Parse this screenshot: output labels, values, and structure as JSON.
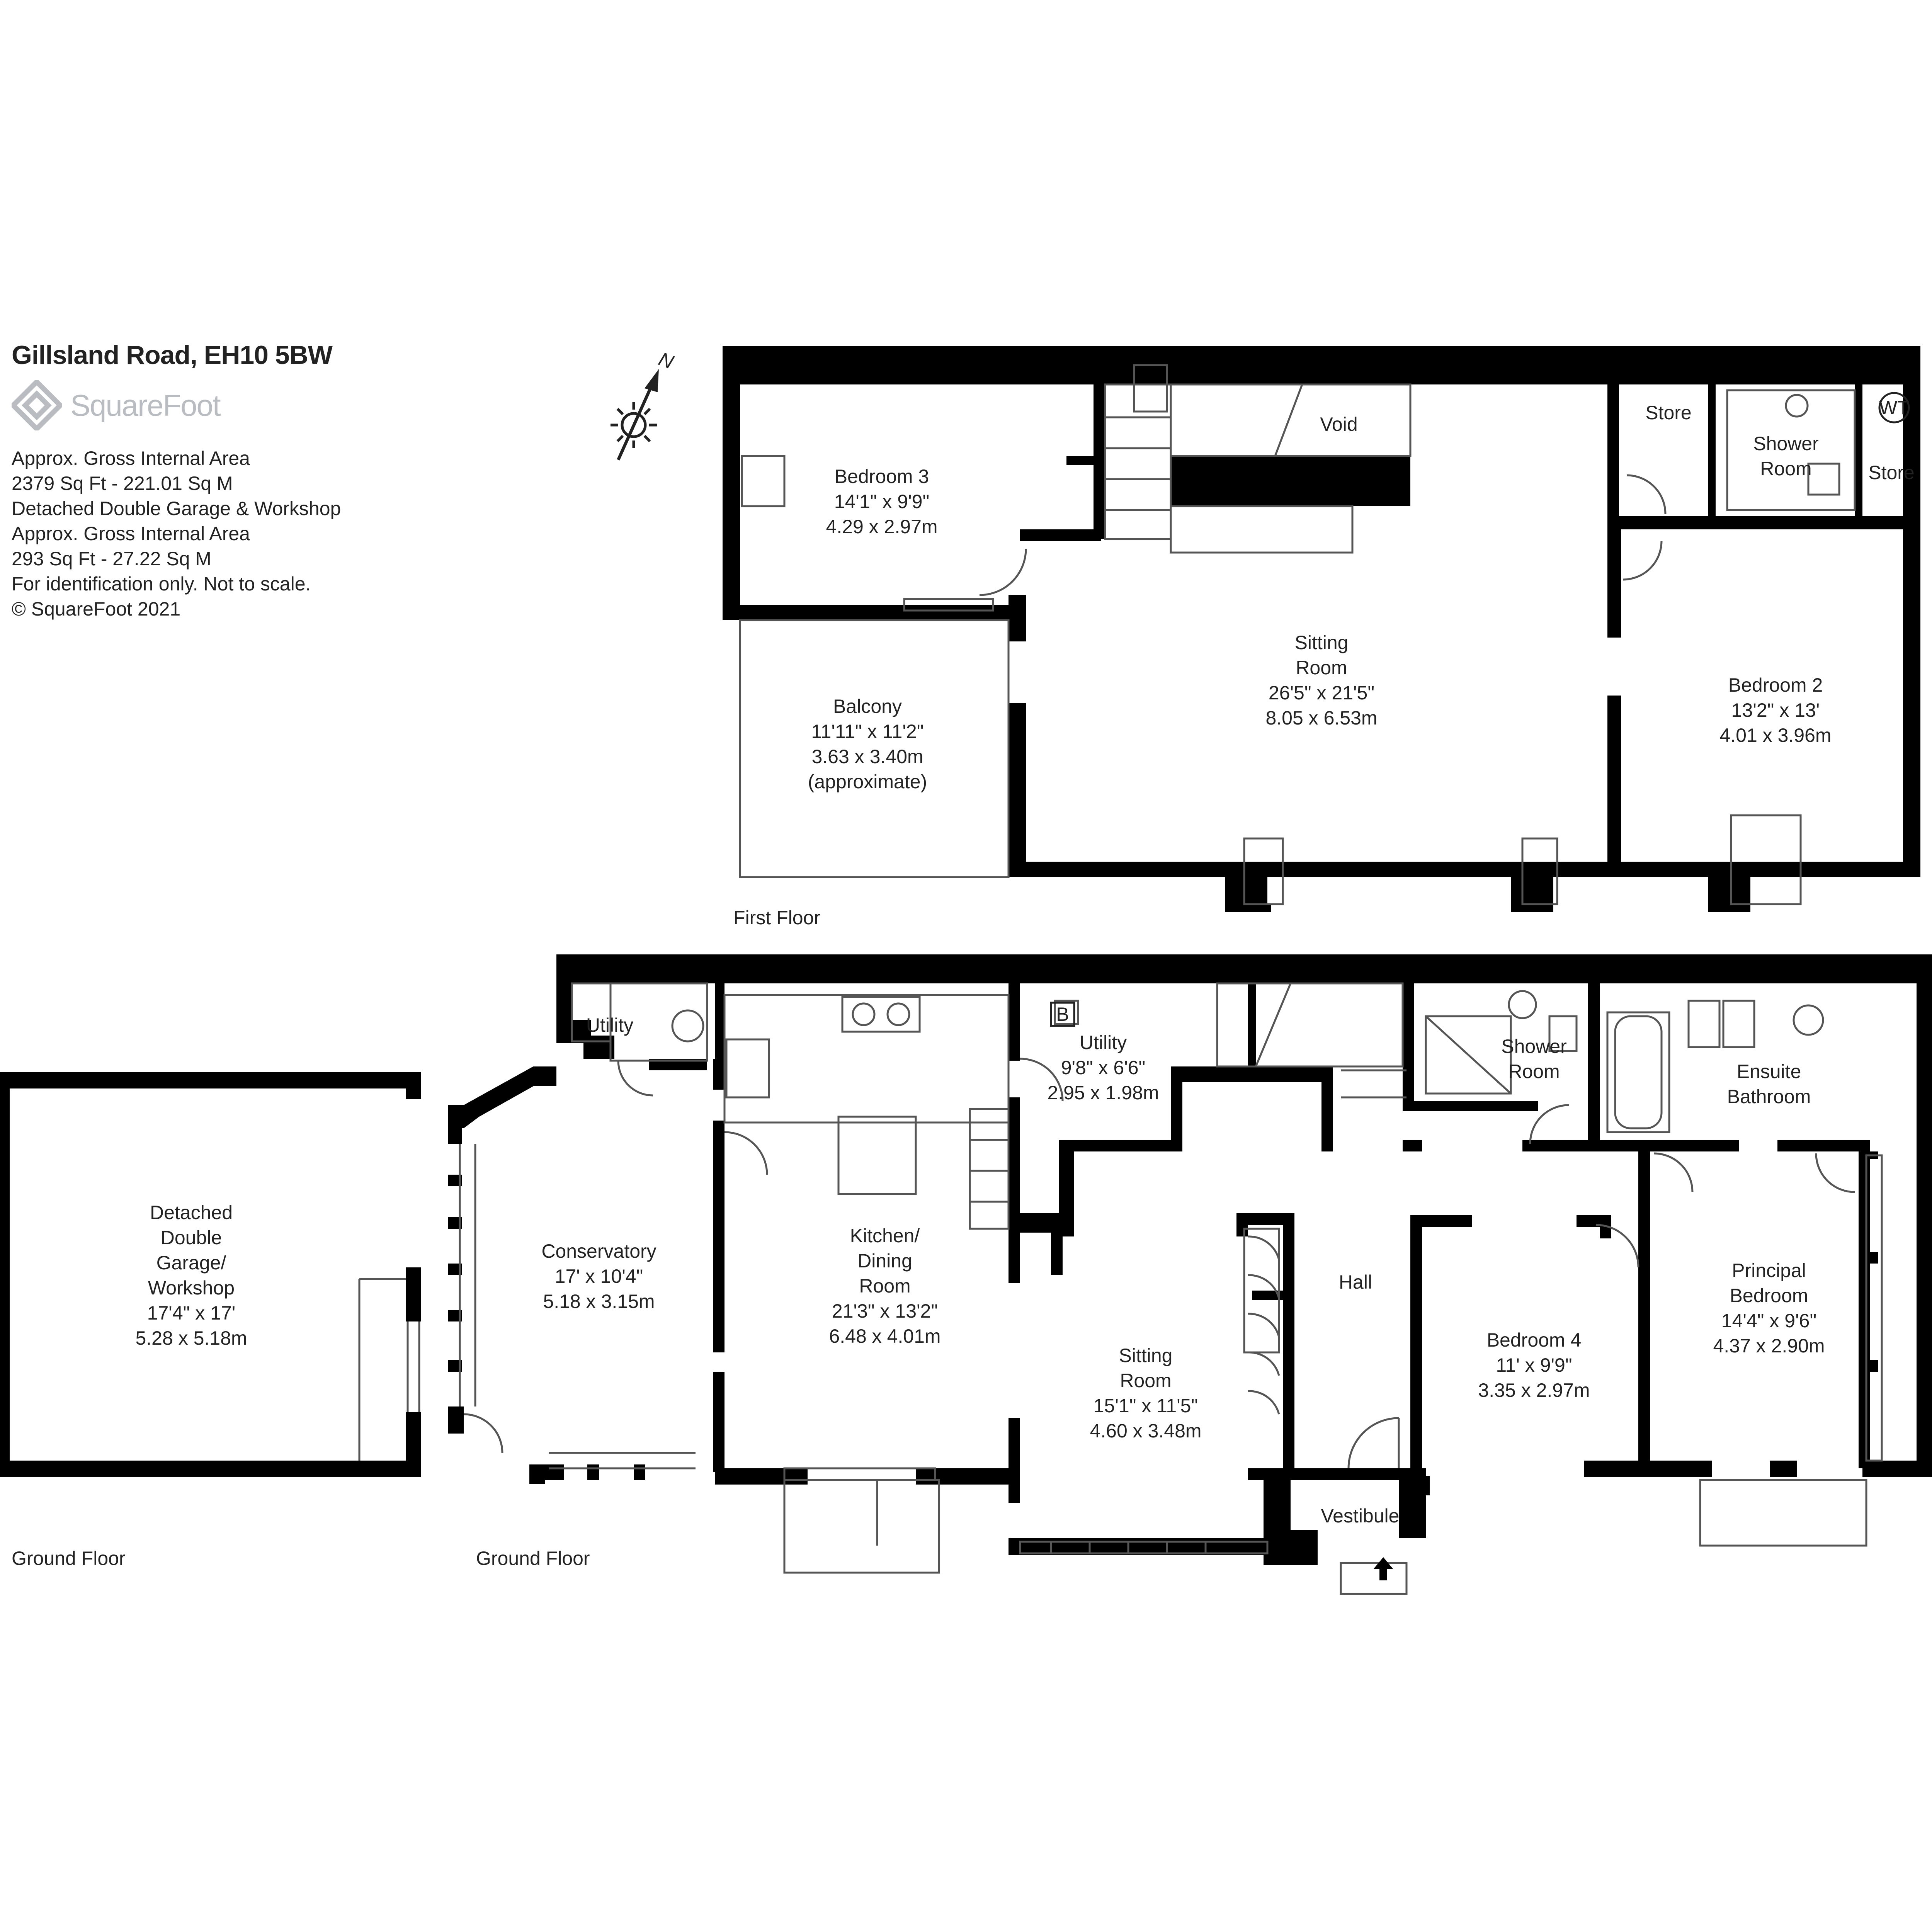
{
  "property": {
    "title": "Gillsland Road, EH10 5BW",
    "brand": "SquareFoot",
    "area_label_1": "Approx. Gross Internal Area",
    "area_value_1": "2379 Sq Ft  -  221.01 Sq M",
    "garage_label": "Detached Double Garage & Workshop",
    "area_label_2": "Approx. Gross Internal Area",
    "area_value_2": "293 Sq Ft  -  27.22 Sq M",
    "disclaimer": "For identification only. Not to scale.",
    "copyright": "© SquareFoot 2021"
  },
  "compass": {
    "letter": "N"
  },
  "floor_labels": {
    "first": "First Floor",
    "ground_garage": "Ground Floor",
    "ground_main": "Ground Floor"
  },
  "rooms": {
    "void": [
      "Void"
    ],
    "bedroom3": [
      "Bedroom 3",
      "14'1\" x 9'9\"",
      "4.29 x 2.97m"
    ],
    "balcony": [
      "Balcony",
      "11'11\" x 11'2\"",
      "3.63 x 3.40m",
      "(approximate)"
    ],
    "sitting_first": [
      "Sitting",
      "Room",
      "26'5\" x 21'5\"",
      "8.05 x 6.53m"
    ],
    "store1": [
      "Store"
    ],
    "shower_first": [
      "Shower",
      "Room"
    ],
    "wt": [
      "WT"
    ],
    "store2": [
      "Store"
    ],
    "bedroom2": [
      "Bedroom 2",
      "13'2\" x 13'",
      "4.01 x 3.96m"
    ],
    "garage": [
      "Detached",
      "Double",
      "Garage/",
      "Workshop",
      "17'4\" x 17'",
      "5.28 x 5.18m"
    ],
    "utility_small": [
      "Utility"
    ],
    "conservatory": [
      "Conservatory",
      "17' x 10'4\"",
      "5.18 x 3.15m"
    ],
    "kitchen": [
      "Kitchen/",
      "Dining",
      "Room",
      "21'3\" x 13'2\"",
      "6.48 x 4.01m"
    ],
    "boiler": [
      "B"
    ],
    "utility": [
      "Utility",
      "9'8\" x 6'6\"",
      "2.95 x 1.98m"
    ],
    "sitting_ground": [
      "Sitting",
      "Room",
      "15'1\" x 11'5\"",
      "4.60 x 3.48m"
    ],
    "hall": [
      "Hall"
    ],
    "vestibule": [
      "Vestibule"
    ],
    "shower_ground": [
      "Shower",
      "Room"
    ],
    "ensuite": [
      "Ensuite",
      "Bathroom"
    ],
    "bedroom4": [
      "Bedroom 4",
      "11' x 9'9\"",
      "3.35 x 2.97m"
    ],
    "principal": [
      "Principal",
      "Bedroom",
      "14'4\" x 9'6\"",
      "4.37 x 2.90m"
    ]
  },
  "colors": {
    "wall": "#000000",
    "thin": "#555555",
    "text": "#222222",
    "logo": "#b9bcc0"
  }
}
